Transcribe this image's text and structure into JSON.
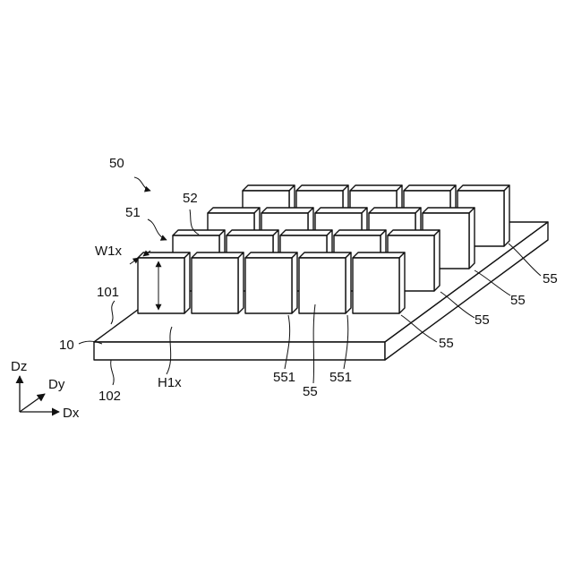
{
  "labels": {
    "assembly": "50",
    "row_group": "51",
    "rear_unit": "52",
    "width": "W1x",
    "top_surface": "101",
    "substrate": "10",
    "bottom_surface": "102",
    "height": "H1x",
    "sub_face_left": "551",
    "block_center": "55",
    "sub_face_right": "551",
    "block_row1": "55",
    "block_row2": "55",
    "block_row3": "55",
    "block_row4": "55"
  },
  "axes": {
    "z": "Dz",
    "y": "Dy",
    "x": "Dx"
  }
}
